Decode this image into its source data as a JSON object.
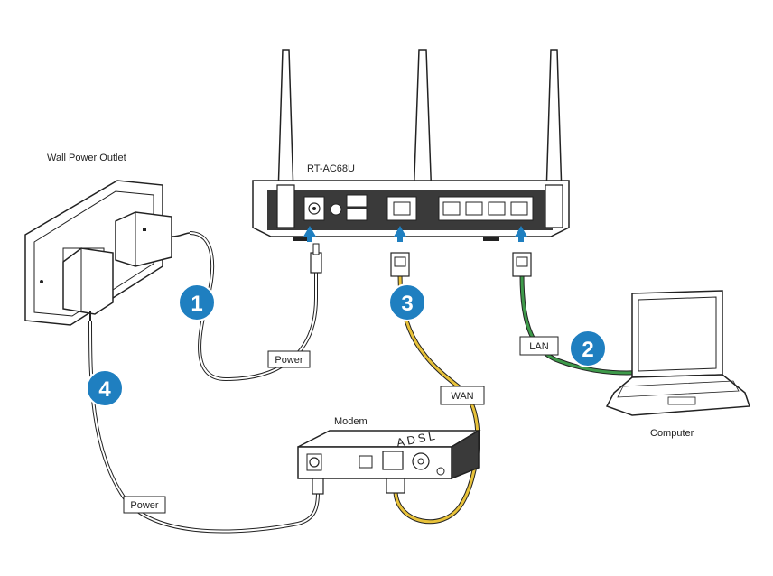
{
  "labels": {
    "wall_outlet": "Wall Power Outlet",
    "router_model": "RT-AC68U",
    "modem": "Modem",
    "computer": "Computer",
    "modem_brand": "ADSL"
  },
  "cable_tags": {
    "power_router": "Power",
    "power_modem": "Power",
    "wan": "WAN",
    "lan": "LAN"
  },
  "steps": [
    {
      "number": "1"
    },
    {
      "number": "2"
    },
    {
      "number": "3"
    },
    {
      "number": "4"
    }
  ],
  "colors": {
    "step_badge": "#1f7fc0",
    "arrow": "#1f7fc0",
    "wan_cable": "#e8c23a",
    "lan_cable": "#3e9a4a",
    "outline": "#222222"
  }
}
